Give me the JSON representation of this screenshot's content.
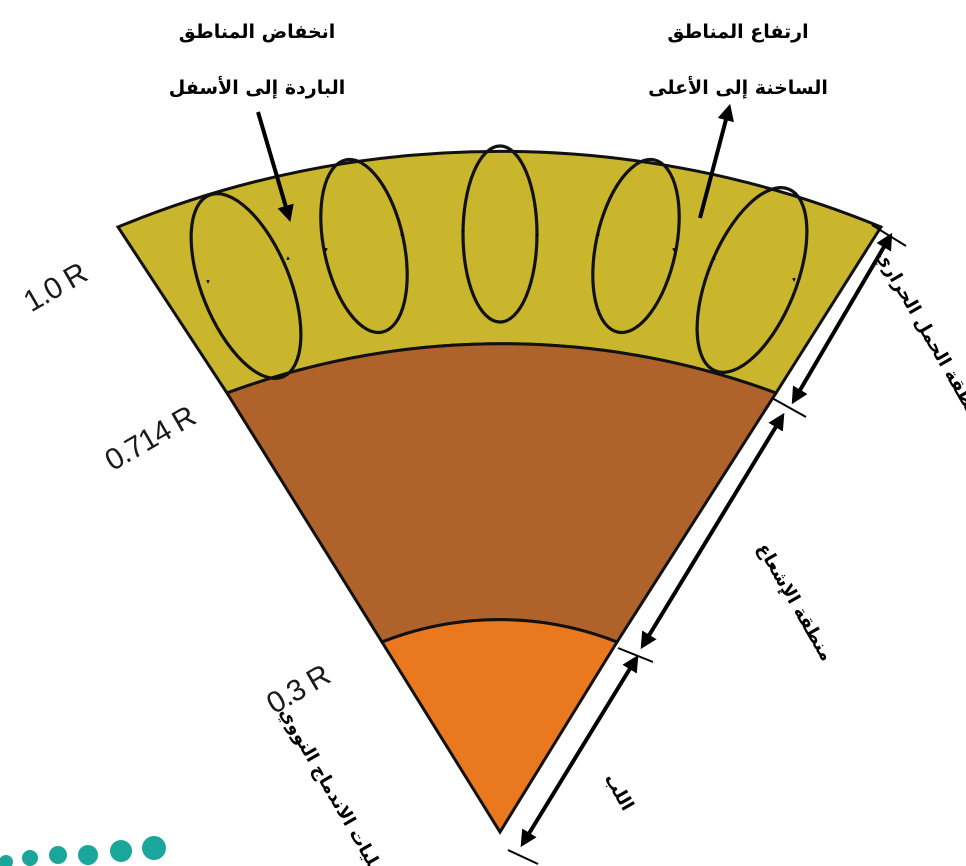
{
  "colors": {
    "convection_zone": "#c9b62c",
    "radiative_zone": "#b0622b",
    "core": "#e9781f",
    "outline": "#111111",
    "logo_dots": "#1aa69a"
  },
  "layers": {
    "convection": {
      "radius_label": "1.0 R",
      "name": "منطقة الحمل الحراري"
    },
    "radiative": {
      "radius_label": "0.714 R",
      "name": "منطقة الإشعاع"
    },
    "core": {
      "radius_label": "0.3 R",
      "name": "اللب",
      "process": "عمليات الاندماج النووي"
    }
  },
  "annotations": {
    "cool_descending": {
      "line1": "انخفاض المناطق",
      "line2": "الباردة إلى الأسفل"
    },
    "hot_rising": {
      "line1": "ارتفاع المناطق",
      "line2": "الساخنة إلى الأعلى"
    }
  },
  "logo": {
    "icon": "dots-logo-icon"
  }
}
